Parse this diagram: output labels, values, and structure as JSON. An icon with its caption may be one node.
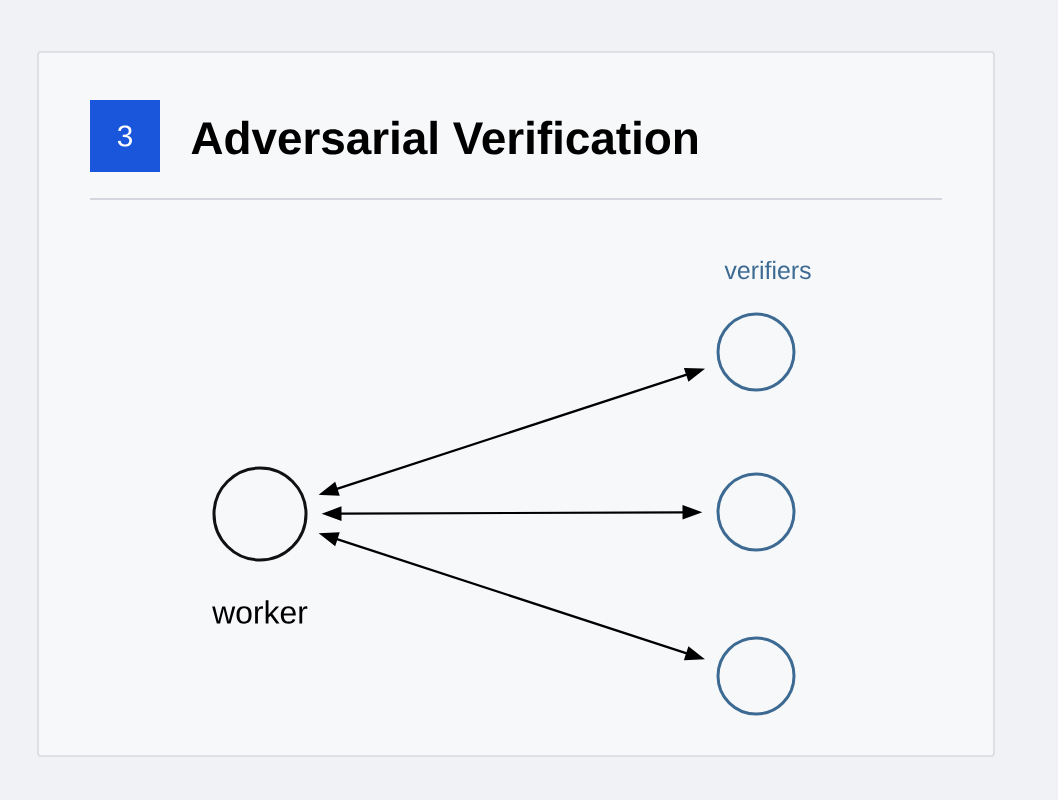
{
  "diagram": {
    "title": "Adversarial Verification",
    "nodes": [
      {
        "text": [],
        "shape": "circle",
        "beside": [
          "worker"
        ]
      },
      {
        "text": [],
        "shape": "circle"
      },
      {
        "text": [],
        "shape": "circle"
      },
      {
        "text": [],
        "shape": "circle"
      }
    ],
    "edges": [
      {
        "from": 0,
        "to": 1,
        "arrow": "both"
      },
      {
        "from": 0,
        "to": 2,
        "arrow": "both"
      },
      {
        "from": 0,
        "to": 3,
        "arrow": "both"
      }
    ],
    "labels": [
      "3",
      "verifiers"
    ]
  }
}
